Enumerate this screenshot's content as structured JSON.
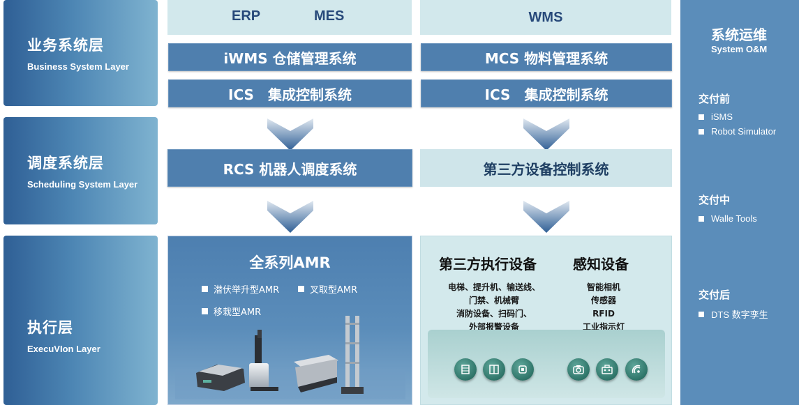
{
  "layers": {
    "business": {
      "zh": "业务系统层",
      "en": "Business System Layer"
    },
    "scheduling": {
      "zh": "调度系统层",
      "en": "Scheduling System Layer"
    },
    "execution": {
      "zh": "执行层",
      "en": "ExecuVIon Layer"
    }
  },
  "business": {
    "left_top": {
      "erp": "ERP",
      "mes": "MES"
    },
    "right_top": "WMS",
    "iwms": "iWMS 仓储管理系统",
    "mcs": "MCS 物料管理系统",
    "ics_left": "ICS　集成控制系统",
    "ics_right": "ICS　集成控制系统"
  },
  "scheduling": {
    "rcs": "RCS 机器人调度系统",
    "third_party_control": "第三方设备控制系统"
  },
  "execution": {
    "amr": {
      "title": "全系列AMR",
      "items": [
        "潜伏举升型AMR",
        "叉取型AMR",
        "移栽型AMR"
      ]
    },
    "third_party": {
      "title": "第三方执行设备",
      "lines": [
        "电梯、提升机、输送线、",
        "门禁、机械臂",
        "消防设备、扫码门、",
        "外部报警设备"
      ]
    },
    "sensing": {
      "title": "感知设备",
      "lines": [
        "智能相机",
        "传感器",
        "RFID",
        "工业指示灯"
      ]
    },
    "icons_left": [
      "conveyor-icon",
      "door-icon",
      "scanner-icon"
    ],
    "icons_right": [
      "camera-icon",
      "sensor-icon",
      "signal-icon"
    ]
  },
  "om": {
    "title": "系统运维",
    "subtitle": "System O&M",
    "sections": [
      {
        "head": "交付前",
        "items": [
          "iSMS",
          "Robot Simulator"
        ]
      },
      {
        "head": "交付中",
        "items": [
          "Walle Tools"
        ]
      },
      {
        "head": "交付后",
        "items": [
          "DTS 数字孪生"
        ]
      }
    ]
  },
  "colors": {
    "dark_blue": "#4f7fae",
    "light_teal": "#d2e8ec",
    "text_dark": "#27497a",
    "icon_green": "#2e7468"
  }
}
